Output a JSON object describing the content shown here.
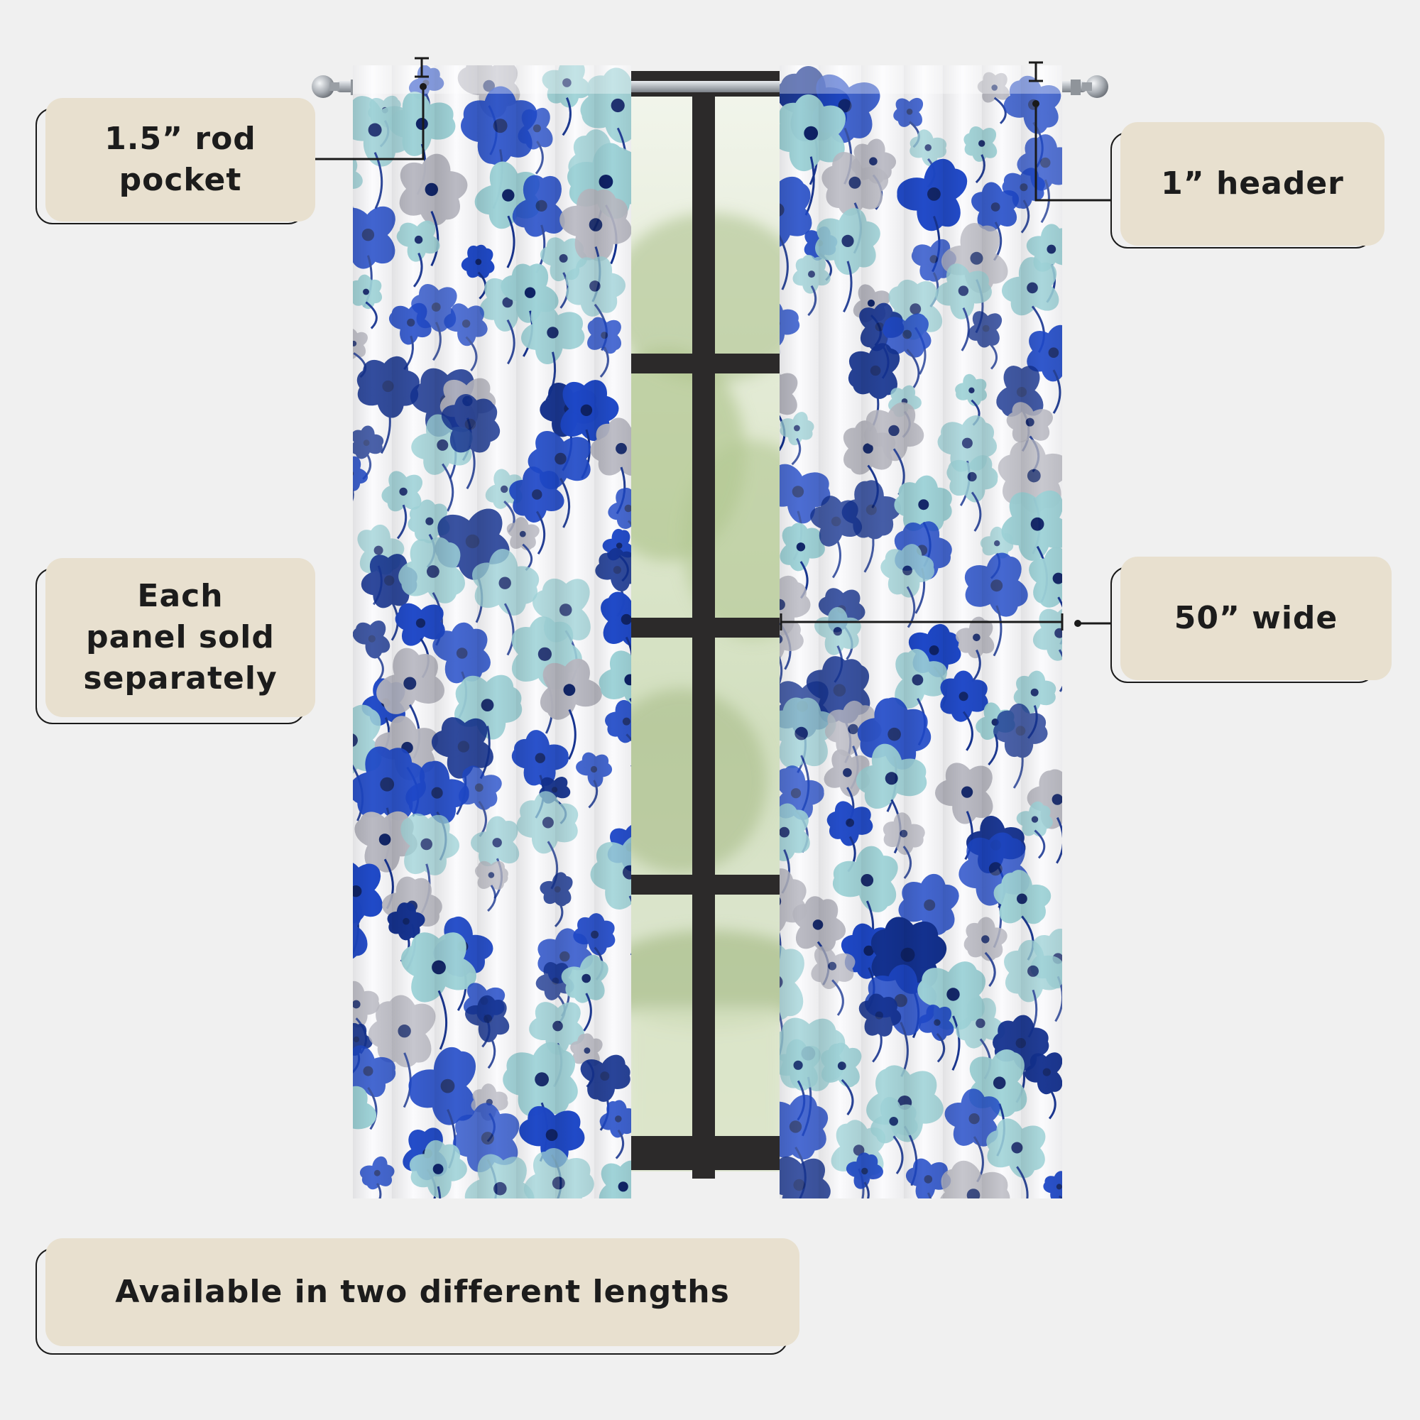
{
  "callouts": {
    "rod_pocket": [
      "1.5” rod",
      "pocket"
    ],
    "header": [
      "1” header"
    ],
    "panel": [
      "Each",
      "panel sold",
      "separately"
    ],
    "width": [
      "50” wide"
    ],
    "lengths": [
      "Available in two different lengths"
    ]
  },
  "colors": {
    "background": "#f0f0f0",
    "callout_fill": "#e8e0cf",
    "text": "#1c1c1c",
    "curtain_base": "#fbfbfd",
    "flower_royal": "#1e48c8",
    "flower_navy": "#13318f",
    "flower_aqua": "#9fd3d8",
    "flower_grey": "#b9b9c2",
    "window_frame": "#2c2a2a",
    "rod": "#a9aeb4"
  },
  "icons": {
    "rod_finial": "ball-finial-icon",
    "dimension_marker": "i-beam-dimension-icon"
  }
}
